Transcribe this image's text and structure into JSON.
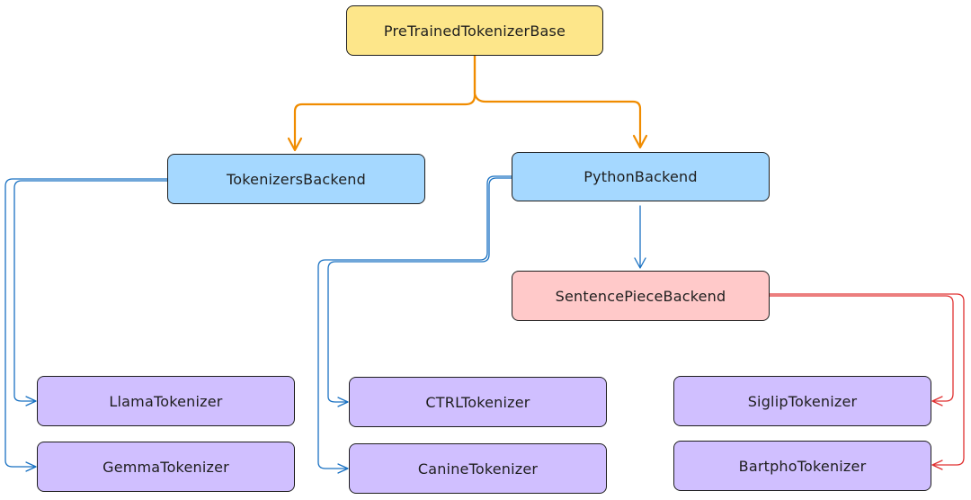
{
  "nodes": {
    "root": "PreTrainedTokenizerBase",
    "tokenizers_backend": "TokenizersBackend",
    "python_backend": "PythonBackend",
    "sentencepiece_backend": "SentencePieceBackend",
    "llama": "LlamaTokenizer",
    "gemma": "GemmaTokenizer",
    "ctrl": "CTRLTokenizer",
    "canine": "CanineTokenizer",
    "siglip": "SiglipTokenizer",
    "bartpho": "BartphoTokenizer"
  },
  "colors": {
    "root_fill": "#fde68a",
    "backend_fill": "#a5d8ff",
    "sentencepiece_fill": "#ffc9c9",
    "leaf_fill": "#d0bfff",
    "orange_edge": "#f08c00",
    "blue_edge": "#1971c2",
    "red_edge": "#e03131"
  },
  "edges": [
    {
      "from": "root",
      "to": "tokenizers_backend",
      "color": "orange"
    },
    {
      "from": "root",
      "to": "python_backend",
      "color": "orange"
    },
    {
      "from": "python_backend",
      "to": "sentencepiece_backend",
      "color": "blue"
    },
    {
      "from": "tokenizers_backend",
      "to": "llama",
      "color": "blue"
    },
    {
      "from": "tokenizers_backend",
      "to": "gemma",
      "color": "blue"
    },
    {
      "from": "python_backend",
      "to": "ctrl",
      "color": "blue"
    },
    {
      "from": "python_backend",
      "to": "canine",
      "color": "blue"
    },
    {
      "from": "sentencepiece_backend",
      "to": "siglip",
      "color": "red"
    },
    {
      "from": "sentencepiece_backend",
      "to": "bartpho",
      "color": "red"
    }
  ]
}
